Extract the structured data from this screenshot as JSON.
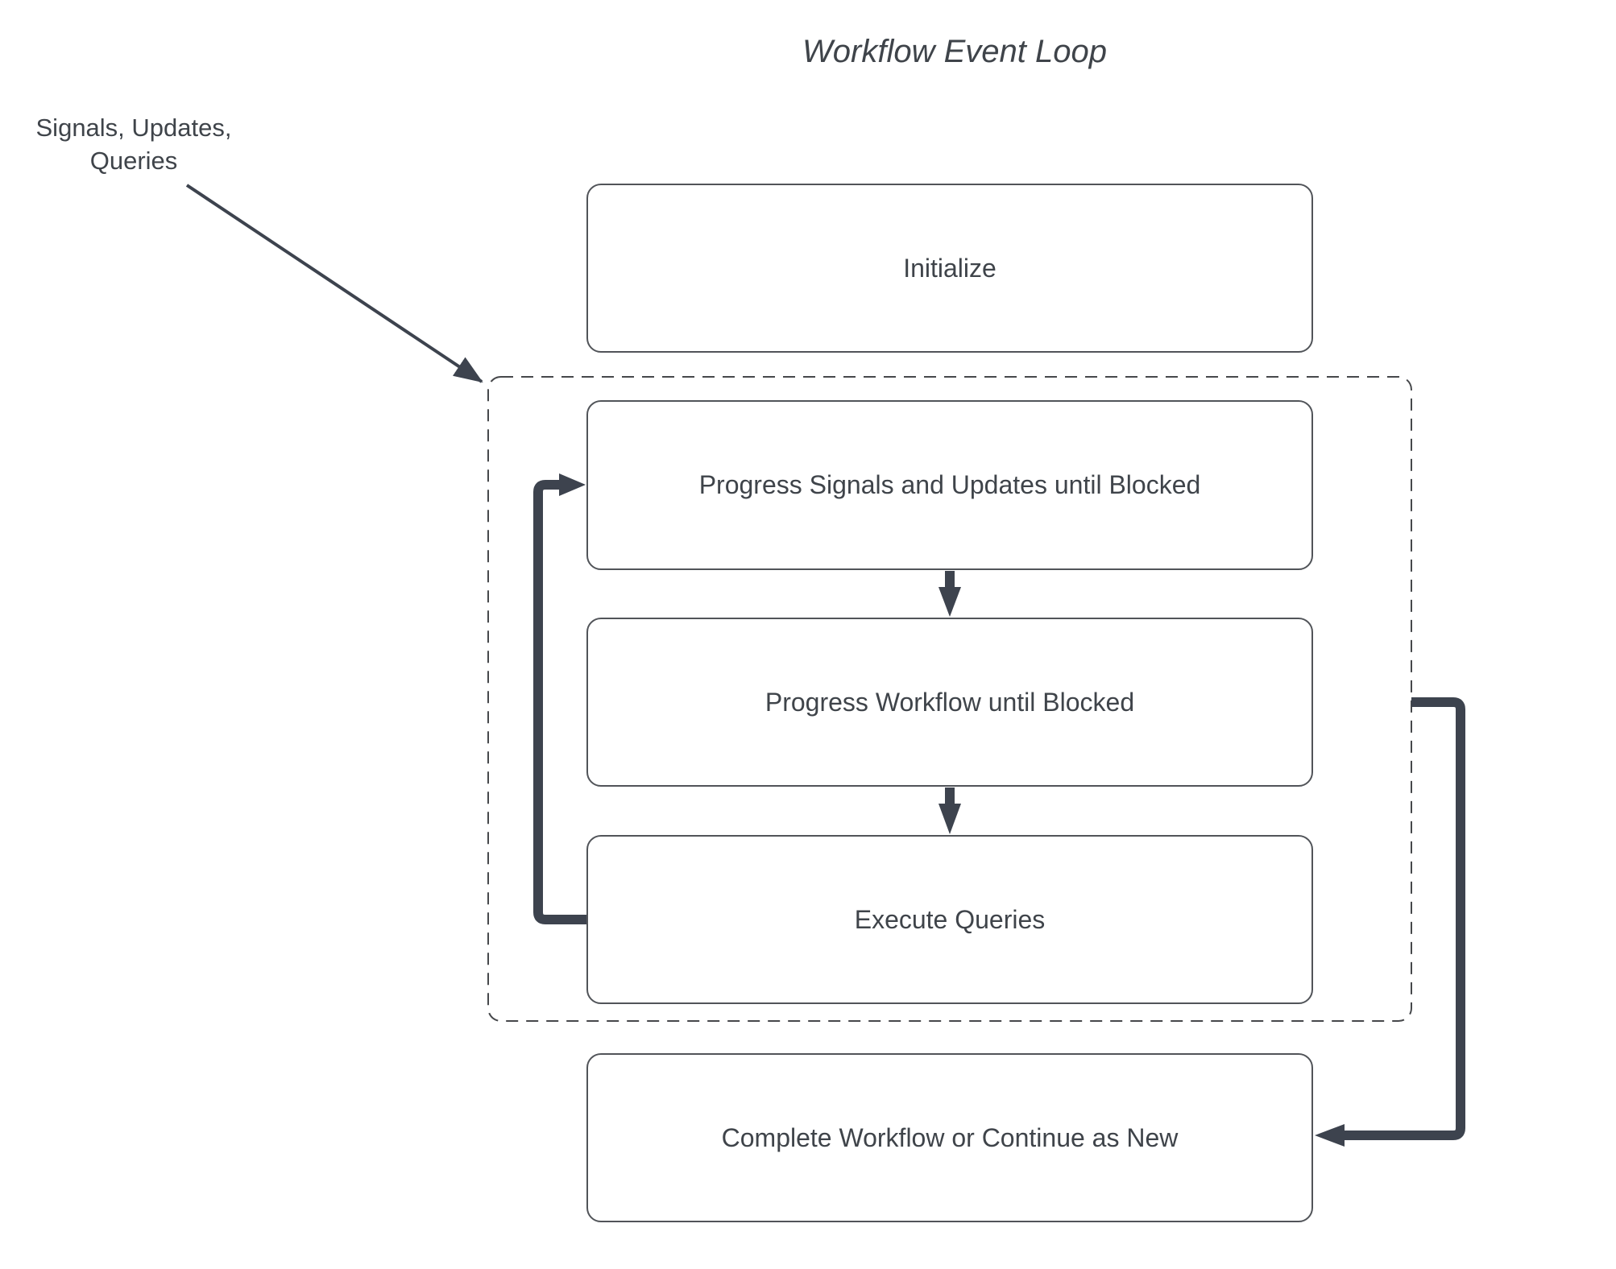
{
  "title": "Workflow Event Loop",
  "annotation": "Signals, Updates,\nQueries",
  "nodes": [
    {
      "id": "initialize",
      "label": "Initialize"
    },
    {
      "id": "progress-signals",
      "label": "Progress Signals and Updates until Blocked"
    },
    {
      "id": "progress-workflow",
      "label": "Progress Workflow until Blocked"
    },
    {
      "id": "execute-queries",
      "label": "Execute Queries"
    },
    {
      "id": "complete",
      "label": "Complete Workflow or Continue as New"
    }
  ],
  "edges": [
    {
      "from": "signals-updates-queries-annotation",
      "to": "event-loop-boundary",
      "style": "thin-arrow"
    },
    {
      "from": "progress-signals",
      "to": "progress-workflow",
      "style": "thick-arrow"
    },
    {
      "from": "progress-workflow",
      "to": "execute-queries",
      "style": "thick-arrow"
    },
    {
      "from": "execute-queries",
      "to": "progress-signals",
      "style": "thick-loop-arrow"
    },
    {
      "from": "event-loop-boundary",
      "to": "complete",
      "style": "thick-arrow"
    }
  ],
  "colors": {
    "arrow": "#3d434e",
    "box_border": "#515459",
    "dashed_border": "#46484b",
    "text": "#3f444a",
    "background": "#ffffff"
  }
}
